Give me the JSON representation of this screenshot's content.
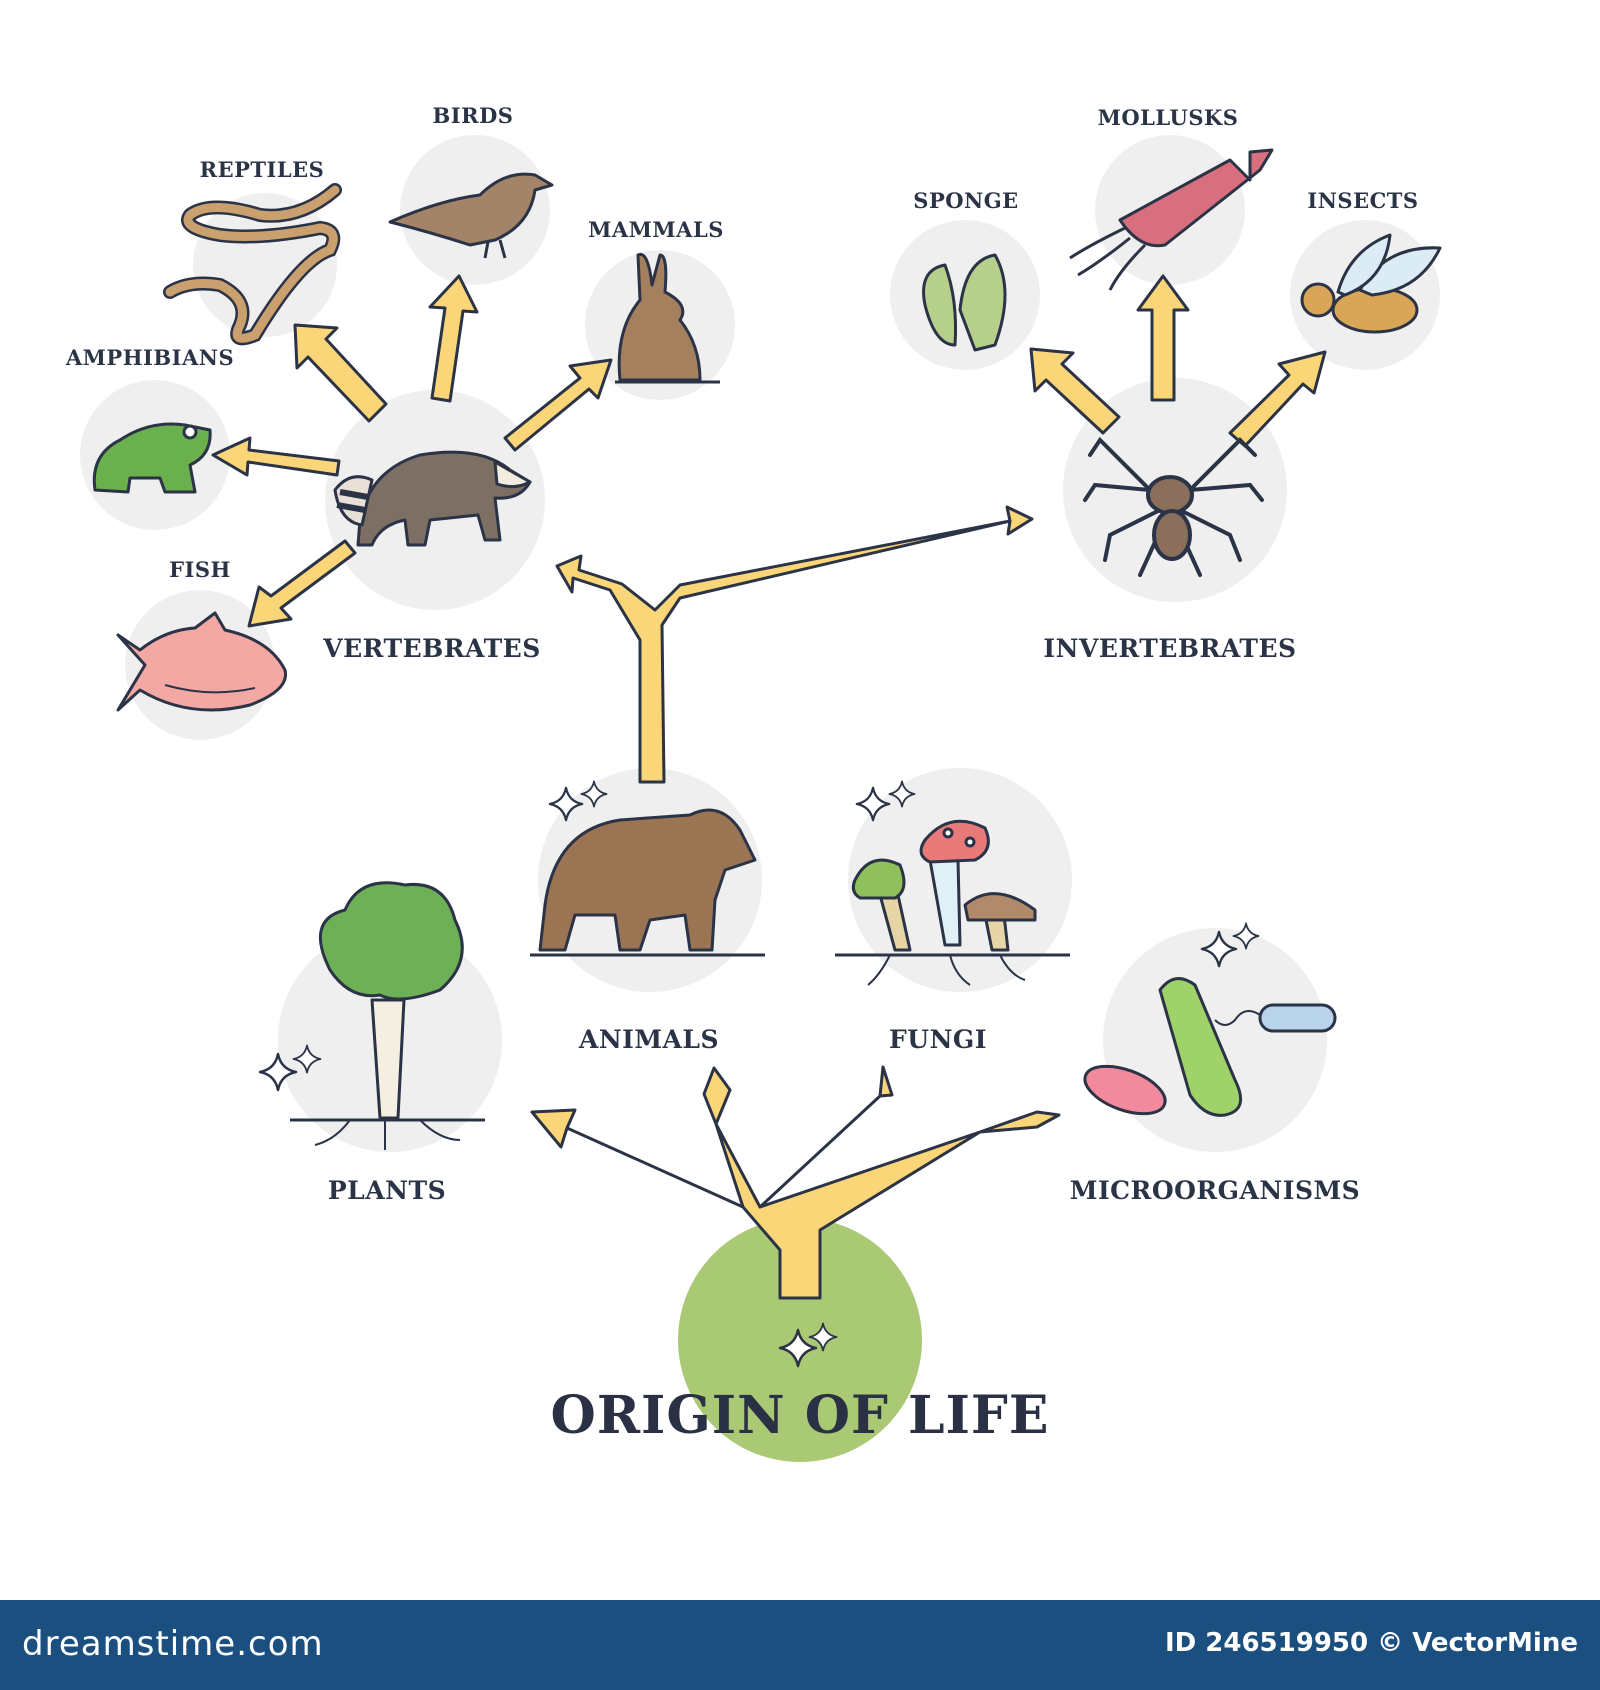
{
  "title": "ORIGIN OF LIFE",
  "nodes": {
    "vertebrates": "VERTEBRATES",
    "invertebrates": "INVERTEBRATES",
    "animals": "ANIMALS",
    "fungi": "FUNGI",
    "plants": "PLANTS",
    "microorganisms": "MICROORGANISMS",
    "reptiles": "REPTILES",
    "birds": "BIRDS",
    "mammals": "MAMMALS",
    "amphibians": "AMPHIBIANS",
    "fish": "FISH",
    "sponge": "SPONGE",
    "mollusks": "MOLLUSKS",
    "insects": "INSECTS"
  },
  "footer": {
    "brand": "dreamstime.com",
    "credit": "ID 246519950 © VectorMine"
  },
  "colors": {
    "arrow_fill": "#fbd679",
    "arrow_outline": "#2b3346",
    "origin_circle": "#a9c974",
    "node_circle": "#efefef",
    "footer_bg": "#1b4f80"
  }
}
